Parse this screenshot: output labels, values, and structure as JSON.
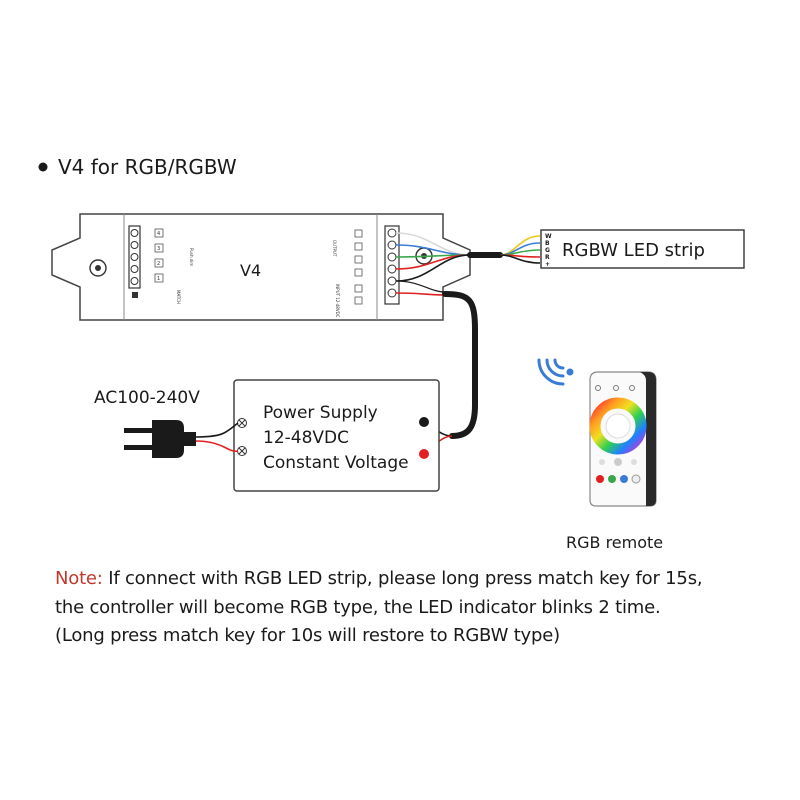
{
  "title": "V4 for RGB/RGBW",
  "controller": {
    "model_label": "V4",
    "key_numbers": [
      "4",
      "3",
      "2",
      "1"
    ],
    "push_dim_label": "Push dim",
    "match_label": "MATCH",
    "output_label": "OUTPUT",
    "input_label": "INPUT 12-48VDC"
  },
  "led_strip": {
    "label": "RGBW LED strip",
    "pin_labels": [
      "W",
      "B",
      "G",
      "R",
      "+"
    ]
  },
  "power_supply": {
    "lines": [
      "Power Supply",
      "12-48VDC",
      "Constant Voltage"
    ]
  },
  "mains_label": "AC100-240V",
  "remote": {
    "caption": "RGB remote"
  },
  "wire_colors": {
    "white": "#d9d9d9",
    "blue": "#3a7bd5",
    "green": "#3aa84a",
    "red": "#e02020",
    "black": "#1a1a1a",
    "yellow": "#e8c81a"
  },
  "note": {
    "prefix": "Note:",
    "line1": " If connect with RGB LED strip, please long press match key for 15s,",
    "line2": "the controller will become RGB type, the LED indicator blinks 2 time.",
    "line3": "(Long press match key for 10s will restore to RGBW type)"
  }
}
